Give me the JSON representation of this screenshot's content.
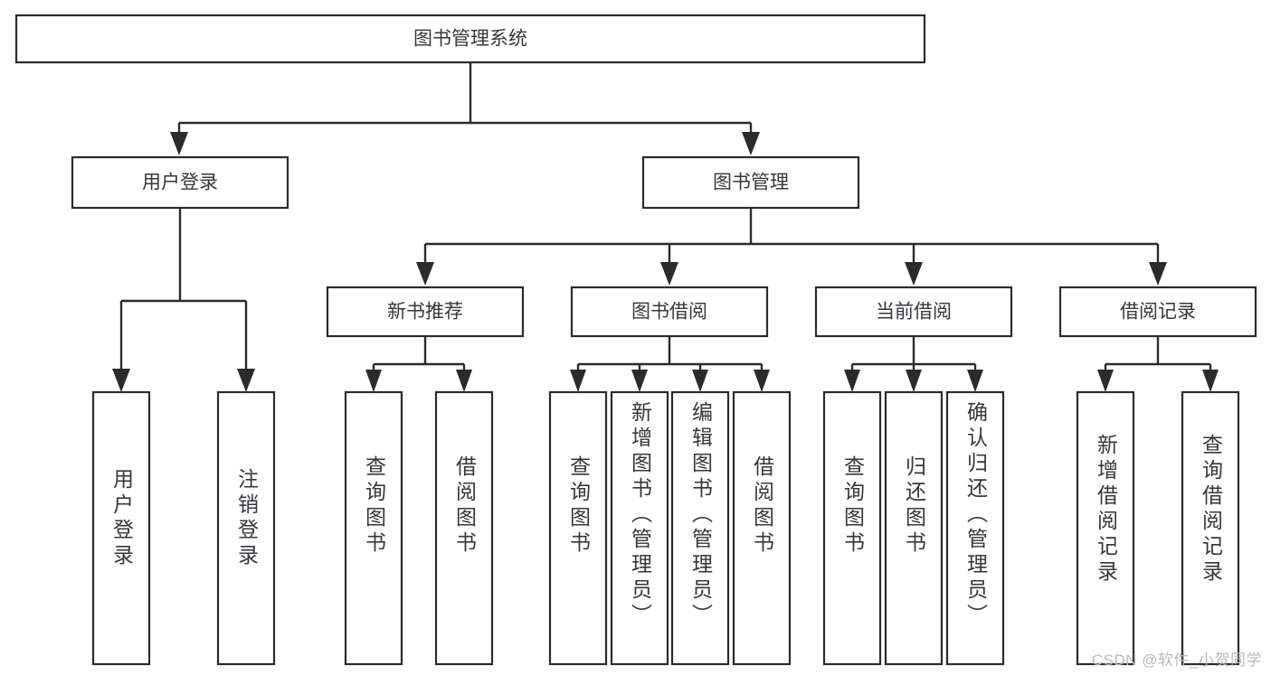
{
  "diagram": {
    "title": "图书管理系统",
    "type": "tree-hierarchy",
    "root": {
      "id": "root",
      "label": "图书管理系统",
      "orientation": "horizontal"
    },
    "level2": [
      {
        "id": "user-login",
        "label": "用户登录",
        "orientation": "horizontal"
      },
      {
        "id": "book-manage",
        "label": "图书管理",
        "orientation": "horizontal"
      }
    ],
    "level3": [
      {
        "id": "new-book-rec",
        "label": "新书推荐",
        "orientation": "horizontal",
        "parent": "book-manage"
      },
      {
        "id": "book-borrow",
        "label": "图书借阅",
        "orientation": "horizontal",
        "parent": "book-manage"
      },
      {
        "id": "current-borrow",
        "label": "当前借阅",
        "orientation": "horizontal",
        "parent": "book-manage"
      },
      {
        "id": "borrow-record",
        "label": "借阅记录",
        "orientation": "horizontal",
        "parent": "book-manage"
      }
    ],
    "leaves": [
      {
        "id": "leaf-user-login",
        "label": "用户登录",
        "orientation": "vertical",
        "parent": "user-login"
      },
      {
        "id": "leaf-logout",
        "label": "注销登录",
        "orientation": "vertical",
        "parent": "user-login"
      },
      {
        "id": "leaf-query-book-1",
        "label": "查询图书",
        "orientation": "vertical",
        "parent": "new-book-rec"
      },
      {
        "id": "leaf-borrow-book-1",
        "label": "借阅图书",
        "orientation": "vertical",
        "parent": "new-book-rec"
      },
      {
        "id": "leaf-query-book-2",
        "label": "查询图书",
        "orientation": "vertical",
        "parent": "book-borrow"
      },
      {
        "id": "leaf-add-book",
        "label": "新增图书（管理员）",
        "orientation": "vertical",
        "parent": "book-borrow"
      },
      {
        "id": "leaf-edit-book",
        "label": "编辑图书（管理员）",
        "orientation": "vertical",
        "parent": "book-borrow"
      },
      {
        "id": "leaf-borrow-book-2",
        "label": "借阅图书",
        "orientation": "vertical",
        "parent": "book-borrow"
      },
      {
        "id": "leaf-query-book-3",
        "label": "查询图书",
        "orientation": "vertical",
        "parent": "current-borrow"
      },
      {
        "id": "leaf-return-book",
        "label": "归还图书",
        "orientation": "vertical",
        "parent": "current-borrow"
      },
      {
        "id": "leaf-confirm-return",
        "label": "确认归还（管理员）",
        "orientation": "vertical",
        "parent": "current-borrow"
      },
      {
        "id": "leaf-add-record",
        "label": "新增借阅记录",
        "orientation": "vertical",
        "parent": "borrow-record"
      },
      {
        "id": "leaf-query-record",
        "label": "查询借阅记录",
        "orientation": "vertical",
        "parent": "borrow-record"
      }
    ]
  },
  "watermark": {
    "text": "CSDN @软件_小贺同学"
  },
  "colors": {
    "box_stroke": "#2b2b2b",
    "box_fill": "#ffffff",
    "text": "#35373b",
    "connector": "#2b2b2b",
    "watermark": "#b9b9b9",
    "background": "#ffffff"
  }
}
